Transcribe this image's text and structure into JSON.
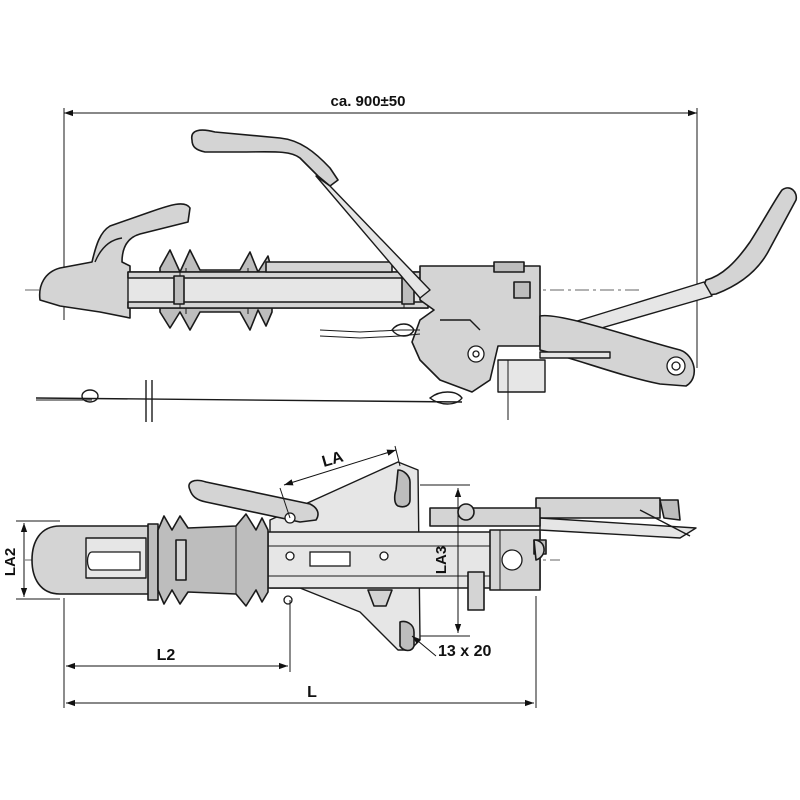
{
  "diagram": {
    "dimensions": {
      "overall_length_label": "ca. 900±50",
      "la_label": "LA",
      "la2_label": "LA2",
      "la3_label": "LA3",
      "l2_label": "L2",
      "l_label": "L",
      "slot_label": "13 x 20"
    }
  }
}
